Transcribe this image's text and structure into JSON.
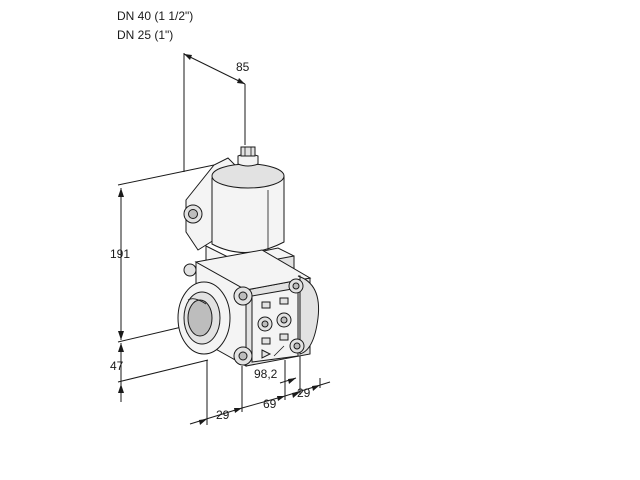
{
  "header": {
    "size_dn40": "DN 40 (1 1/2\")",
    "size_dn25": "DN 25 (1\")"
  },
  "dimensions": {
    "width_top": "85",
    "height_total": "191",
    "height_base": "47",
    "depth_left": "29",
    "width_front": "69",
    "width_right": "29",
    "port_offset": "98,2"
  }
}
